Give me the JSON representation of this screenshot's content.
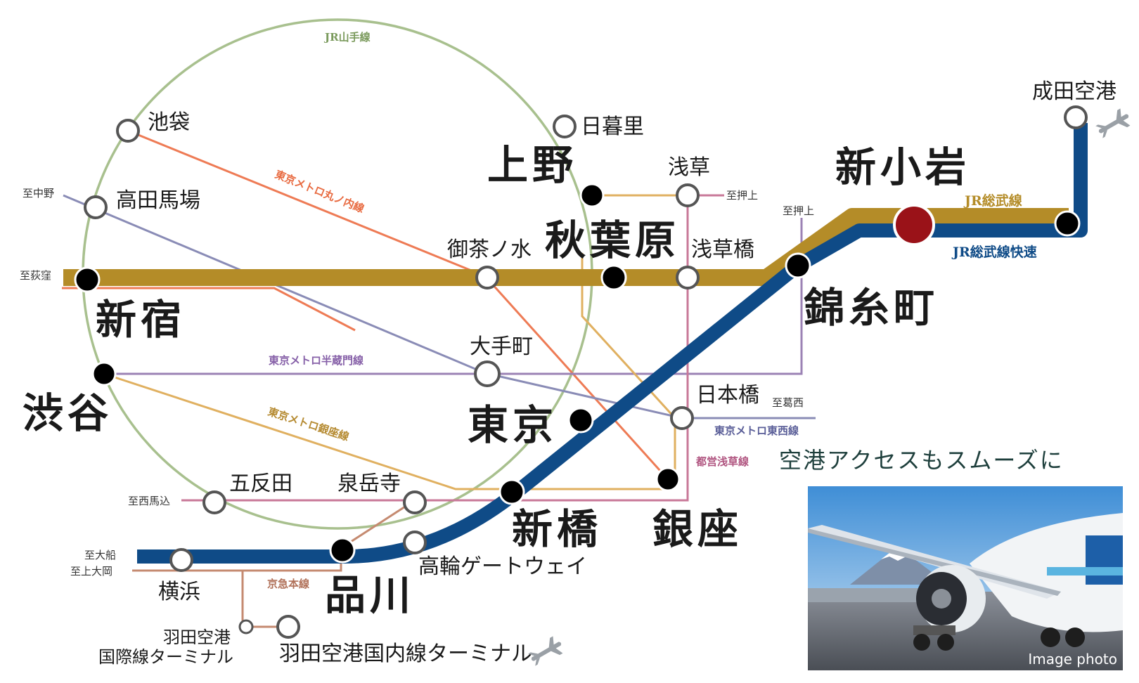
{
  "lines": {
    "yamanote": "JR山手線",
    "sobu": "JR総武線",
    "sobu_rapid": "JR総武線快速",
    "marunouchi": "東京メトロ丸ノ内線",
    "hanzomon": "東京メトロ半蔵門線",
    "ginza": "東京メトロ銀座線",
    "tozai": "東京メトロ東西線",
    "asakusa": "都営浅草線",
    "keikyu": "京急本線"
  },
  "stations": {
    "shinkoiwa": "新小岩",
    "ueno": "上野",
    "akihabara": "秋葉原",
    "shinjuku": "新宿",
    "shibuya": "渋谷",
    "tokyo": "東京",
    "kinshicho": "錦糸町",
    "shimbashi": "新橋",
    "ginza": "銀座",
    "shinagawa": "品川",
    "ikebukuro": "池袋",
    "takadanobaba": "高田馬場",
    "nippori": "日暮里",
    "asakusa": "浅草",
    "ochanomizu": "御茶ノ水",
    "asakusabashi": "浅草橋",
    "otemachi": "大手町",
    "nihombashi": "日本橋",
    "gotanda": "五反田",
    "sengakuji": "泉岳寺",
    "takanawa": "高輪ゲートウェイ",
    "yokohama": "横浜",
    "haneda_intl_1": "羽田空港",
    "haneda_intl_2": "国際線ターミナル",
    "haneda_dom": "羽田空港国内線ターミナル",
    "narita": "成田空港"
  },
  "directions": {
    "nakano": "至中野",
    "ogikubo": "至荻窪",
    "oshiage_1": "至押上",
    "oshiage_2": "至押上",
    "kasai": "至葛西",
    "nishimagome": "至西馬込",
    "ofuna": "至大船",
    "kamiooka": "至上大岡"
  },
  "promo": {
    "headline": "空港アクセスもスムーズに",
    "caption": "Image photo"
  },
  "colors": {
    "yamanote": "#a8c08e",
    "sobu": "#b48c28",
    "sobu_rapid": "#0f4b87",
    "marunouchi": "#ee7b55",
    "hanzomon": "#9b82b4",
    "ginza": "#e0b060",
    "tozai": "#8a8cb6",
    "asakusa": "#c87898",
    "keikyu": "#c58a70",
    "home_station": "#9a1218"
  },
  "icons": [
    "airplane-icon-narita",
    "airplane-icon-haneda"
  ]
}
